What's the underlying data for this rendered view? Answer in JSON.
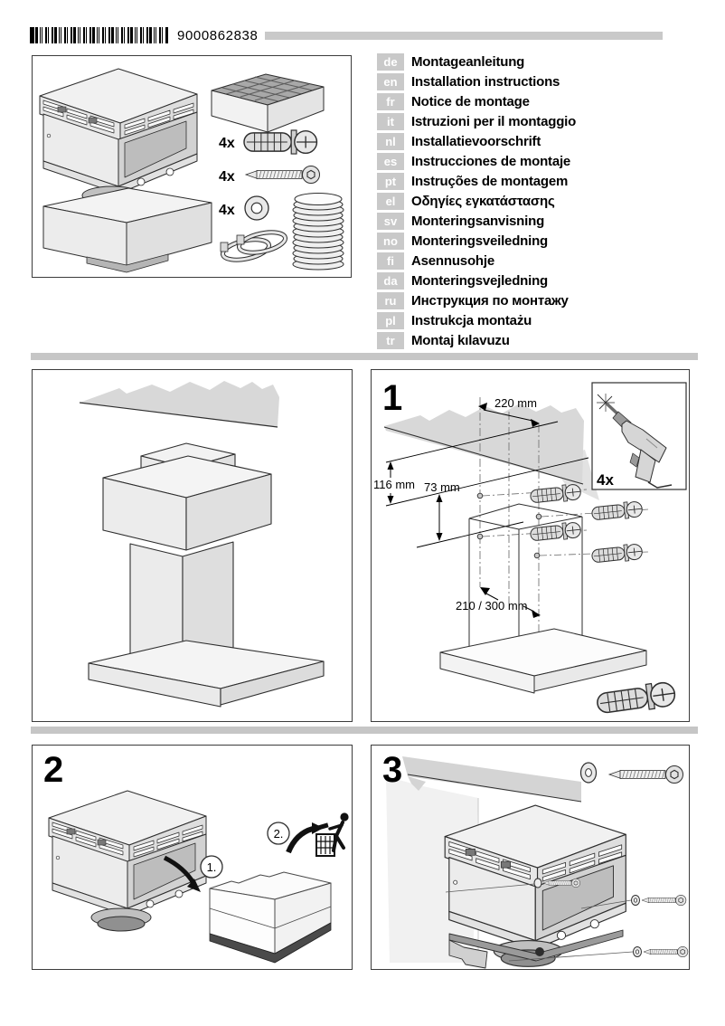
{
  "header": {
    "barcode_number": "9000862838"
  },
  "languages": [
    {
      "code": "de",
      "label": "Montageanleitung"
    },
    {
      "code": "en",
      "label": "Installation instructions"
    },
    {
      "code": "fr",
      "label": "Notice de montage"
    },
    {
      "code": "it",
      "label": "Istruzioni per il montaggio"
    },
    {
      "code": "nl",
      "label": "Installatievoorschrift"
    },
    {
      "code": "es",
      "label": "Instrucciones de montaje"
    },
    {
      "code": "pt",
      "label": "Instruções de montagem"
    },
    {
      "code": "el",
      "label": "Οδηγίες εγκατάστασης"
    },
    {
      "code": "sv",
      "label": "Monteringsanvisning"
    },
    {
      "code": "no",
      "label": "Monteringsveiledning"
    },
    {
      "code": "fi",
      "label": "Asennusohje"
    },
    {
      "code": "da",
      "label": "Monteringsvejledning"
    },
    {
      "code": "ru",
      "label": "Инструкция по монтажу"
    },
    {
      "code": "pl",
      "label": "Instrukcja montażu"
    },
    {
      "code": "tr",
      "label": "Montaj kılavuzu"
    }
  ],
  "parts_box": {
    "anchor_qty": "4x",
    "screw_qty": "4x",
    "washer_qty": "4x"
  },
  "steps": {
    "step1": {
      "number": "1",
      "dim_width": "220 mm",
      "dim_height_total": "116 mm",
      "dim_height_upper": "73 mm",
      "dim_depth": "210 / 300 mm",
      "drill_qty": "4x"
    },
    "step2": {
      "number": "2",
      "substep1": "1.",
      "substep2": "2."
    },
    "step3": {
      "number": "3"
    }
  },
  "colors": {
    "badge_bg": "#c9c9c9",
    "separator": "#c6c6c6",
    "ceiling_gray": "#d8d8d8"
  }
}
